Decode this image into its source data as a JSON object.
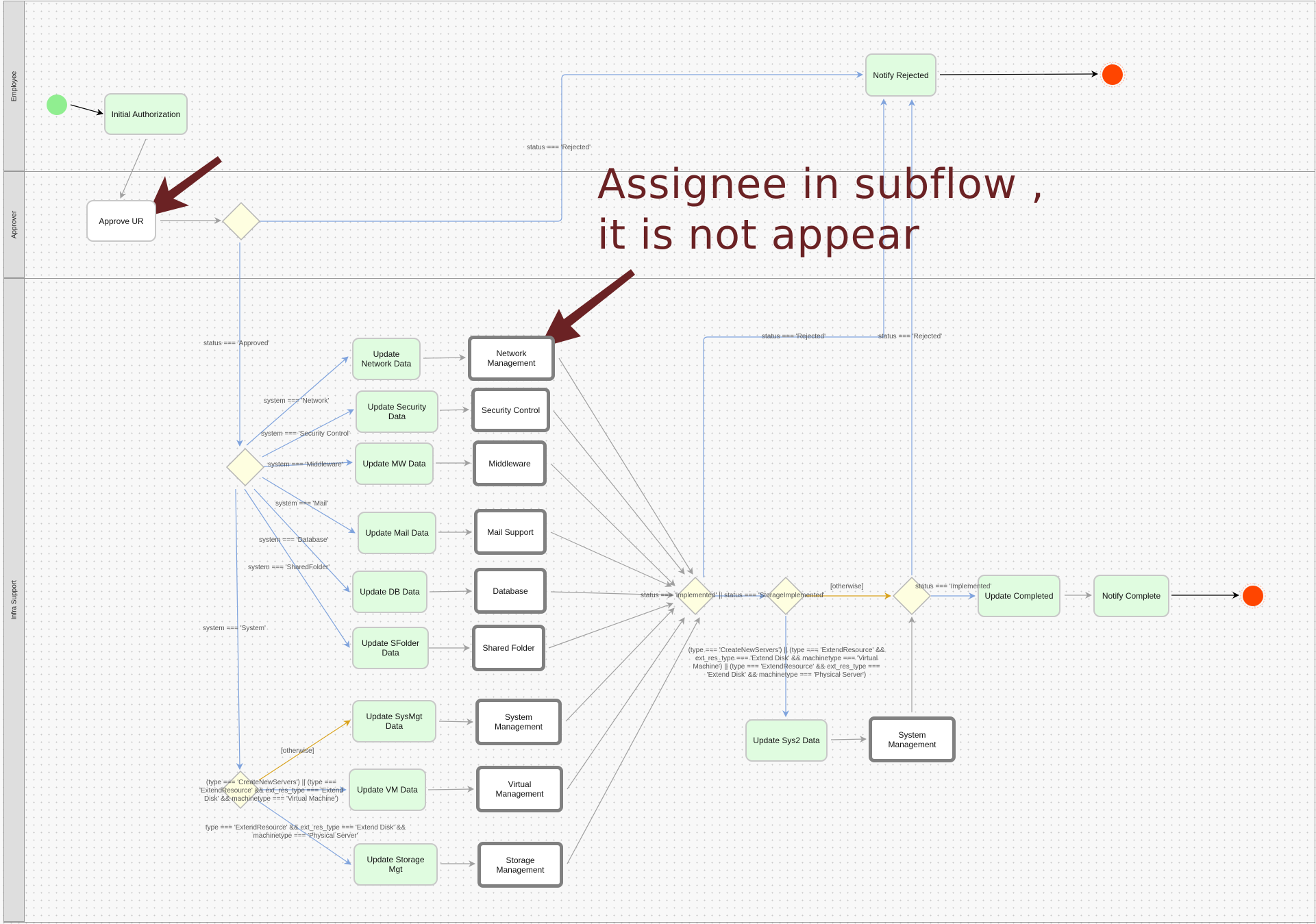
{
  "lanes": [
    {
      "id": "employee",
      "label": "Employee"
    },
    {
      "id": "approver",
      "label": "Approver"
    },
    {
      "id": "infra",
      "label": "Infra Support"
    }
  ],
  "nodes": {
    "initial_authorization": {
      "label": "Initial Authorization",
      "kind": "task"
    },
    "approve_ur": {
      "label": "Approve UR",
      "kind": "usertask"
    },
    "notify_rejected": {
      "label": "Notify Rejected",
      "kind": "task"
    },
    "update_network_data": {
      "label": "Update Network Data",
      "kind": "task"
    },
    "network_management": {
      "label": "Network Management",
      "kind": "subflow"
    },
    "update_security_data": {
      "label": "Update Security Data",
      "kind": "task"
    },
    "security_control": {
      "label": "Security Control",
      "kind": "subflow"
    },
    "update_mw_data": {
      "label": "Update MW Data",
      "kind": "task"
    },
    "middleware": {
      "label": "Middleware",
      "kind": "subflow"
    },
    "update_mail_data": {
      "label": "Update Mail Data",
      "kind": "task"
    },
    "mail_support": {
      "label": "Mail Support",
      "kind": "subflow"
    },
    "update_db_data": {
      "label": "Update DB Data",
      "kind": "task"
    },
    "database": {
      "label": "Database",
      "kind": "subflow"
    },
    "update_sfolder_data": {
      "label": "Update SFolder Data",
      "kind": "task"
    },
    "shared_folder": {
      "label": "Shared Folder",
      "kind": "subflow"
    },
    "update_sysmgt_data": {
      "label": "Update SysMgt Data",
      "kind": "task"
    },
    "system_management": {
      "label": "System Management",
      "kind": "subflow"
    },
    "update_vm_data": {
      "label": "Update VM Data",
      "kind": "task"
    },
    "virtual_management": {
      "label": "Virtual Management",
      "kind": "subflow"
    },
    "update_storage_mgt": {
      "label": "Update Storage Mgt",
      "kind": "task"
    },
    "storage_management": {
      "label": "Storage Management",
      "kind": "subflow"
    },
    "update_completed": {
      "label": "Update Completed",
      "kind": "task"
    },
    "notify_complete": {
      "label": "Notify Complete",
      "kind": "task"
    },
    "update_sys2_data": {
      "label": "Update Sys2 Data",
      "kind": "task"
    },
    "system_management_2": {
      "label": "System Management",
      "kind": "subflow"
    }
  },
  "edge_labels": {
    "rejected_top": "status === 'Rejected'",
    "approved": "status === 'Approved'",
    "sys_network": "system === 'Network'",
    "sys_security": "system === 'Security Control'",
    "sys_middleware": "system === 'Middleware'",
    "sys_mail": "system === 'Mail'",
    "sys_database": "system === 'Database'",
    "sys_sharedfolder": "system === 'SharedFolder'",
    "sys_system": "system === 'System'",
    "otherwise_1": "[otherwise]",
    "vm_condition": "(type === 'CreateNewServers') || (type === 'ExtendResource' && ext_res_type === 'Extend Disk' && machinetype === 'Virtual Machine')",
    "storage_condition": "type === 'ExtendResource' && ext_res_type === 'Extend Disk' && machinetype === 'Physical Server'",
    "implemented_or_storage": "status === 'Implemented' || status === 'StorageImplemented'",
    "otherwise_2": "[otherwise]",
    "sys2_condition": "(type === 'CreateNewServers') || (type === 'ExtendResource' && ext_res_type === 'Extend Disk' && machinetype === 'Virtual Machine') || (type === 'ExtendResource' && ext_res_type === 'Extend Disk' && machinetype === 'Physical Server')",
    "rejected_mid_1": "status === 'Rejected'",
    "rejected_mid_2": "status === 'Rejected'",
    "implemented": "status === 'Implemented'"
  },
  "annotation": {
    "line1": "Assignee in subflow ,",
    "line2": "it is not appear"
  },
  "colors": {
    "task_fill": "#e0fce0",
    "gateway_fill": "#fefee0",
    "start": "#90ee90",
    "end": "#ff4500",
    "flow_blue": "#7fa3dd",
    "flow_gray": "#a0a0a0",
    "flow_orange": "#d9a21b",
    "annotation": "#6b2224"
  }
}
